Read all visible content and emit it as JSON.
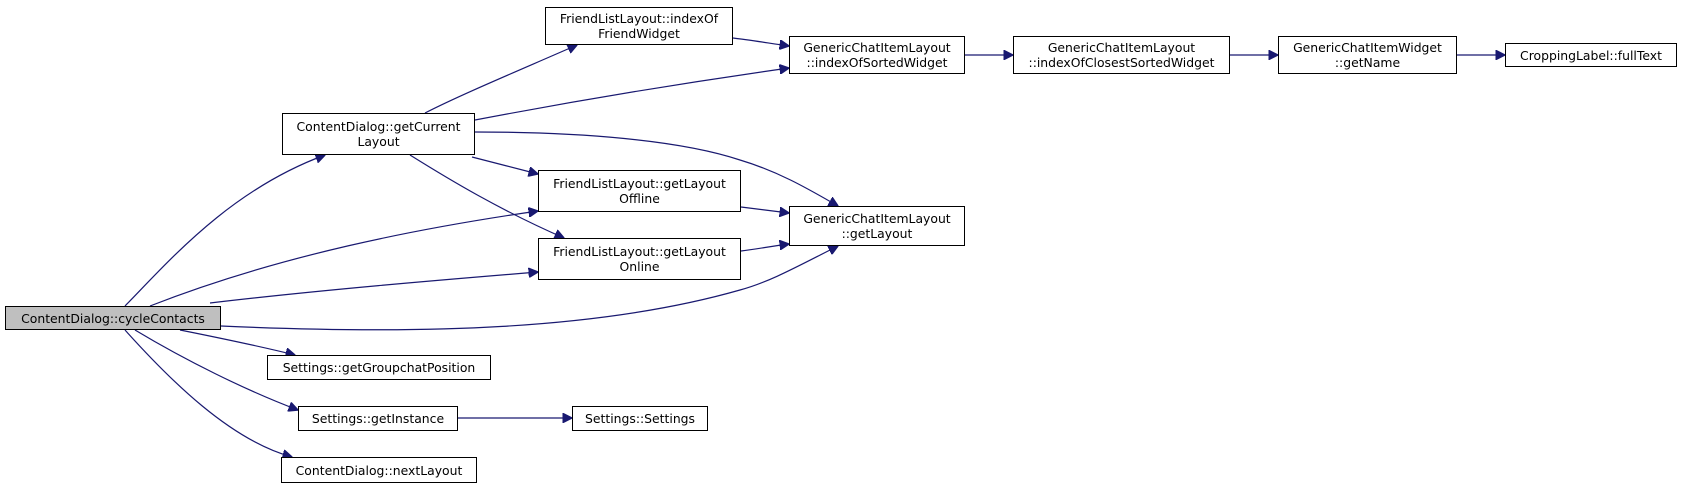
{
  "colors": {
    "edge": "#191970",
    "root_fill": "#bfbfbf",
    "node_fill": "#ffffff",
    "node_border": "#000000"
  },
  "nodes": [
    {
      "id": "cycleContacts",
      "lines": [
        "ContentDialog::cycleContacts"
      ]
    },
    {
      "id": "getCurrentLayout",
      "lines": [
        "ContentDialog::getCurrent",
        "Layout"
      ]
    },
    {
      "id": "indexOfFriendWidget",
      "lines": [
        "FriendListLayout::indexOf",
        "FriendWidget"
      ]
    },
    {
      "id": "indexOfSortedWidget",
      "lines": [
        "GenericChatItemLayout",
        "::indexOfSortedWidget"
      ]
    },
    {
      "id": "indexOfClosestSortedWidget",
      "lines": [
        "GenericChatItemLayout",
        "::indexOfClosestSortedWidget"
      ]
    },
    {
      "id": "getName",
      "lines": [
        "GenericChatItemWidget",
        "::getName"
      ]
    },
    {
      "id": "fullText",
      "lines": [
        "CroppingLabel::fullText"
      ]
    },
    {
      "id": "getLayoutOffline",
      "lines": [
        "FriendListLayout::getLayout",
        "Offline"
      ]
    },
    {
      "id": "getLayoutOnline",
      "lines": [
        "FriendListLayout::getLayout",
        "Online"
      ]
    },
    {
      "id": "getLayout",
      "lines": [
        "GenericChatItemLayout",
        "::getLayout"
      ]
    },
    {
      "id": "getGroupchatPosition",
      "lines": [
        "Settings::getGroupchatPosition"
      ]
    },
    {
      "id": "getInstance",
      "lines": [
        "Settings::getInstance"
      ]
    },
    {
      "id": "settingsCtor",
      "lines": [
        "Settings::Settings"
      ]
    },
    {
      "id": "nextLayout",
      "lines": [
        "ContentDialog::nextLayout"
      ]
    }
  ],
  "edges": [
    [
      "cycleContacts",
      "getCurrentLayout"
    ],
    [
      "cycleContacts",
      "getLayoutOffline"
    ],
    [
      "cycleContacts",
      "getLayoutOnline"
    ],
    [
      "cycleContacts",
      "getLayout"
    ],
    [
      "cycleContacts",
      "getGroupchatPosition"
    ],
    [
      "cycleContacts",
      "getInstance"
    ],
    [
      "cycleContacts",
      "nextLayout"
    ],
    [
      "getCurrentLayout",
      "indexOfFriendWidget"
    ],
    [
      "getCurrentLayout",
      "indexOfSortedWidget"
    ],
    [
      "getCurrentLayout",
      "getLayout"
    ],
    [
      "getCurrentLayout",
      "getLayoutOffline"
    ],
    [
      "getCurrentLayout",
      "getLayoutOnline"
    ],
    [
      "indexOfFriendWidget",
      "indexOfSortedWidget"
    ],
    [
      "indexOfSortedWidget",
      "indexOfClosestSortedWidget"
    ],
    [
      "indexOfClosestSortedWidget",
      "getName"
    ],
    [
      "getName",
      "fullText"
    ],
    [
      "getLayoutOffline",
      "getLayout"
    ],
    [
      "getLayoutOnline",
      "getLayout"
    ],
    [
      "getInstance",
      "settingsCtor"
    ]
  ]
}
